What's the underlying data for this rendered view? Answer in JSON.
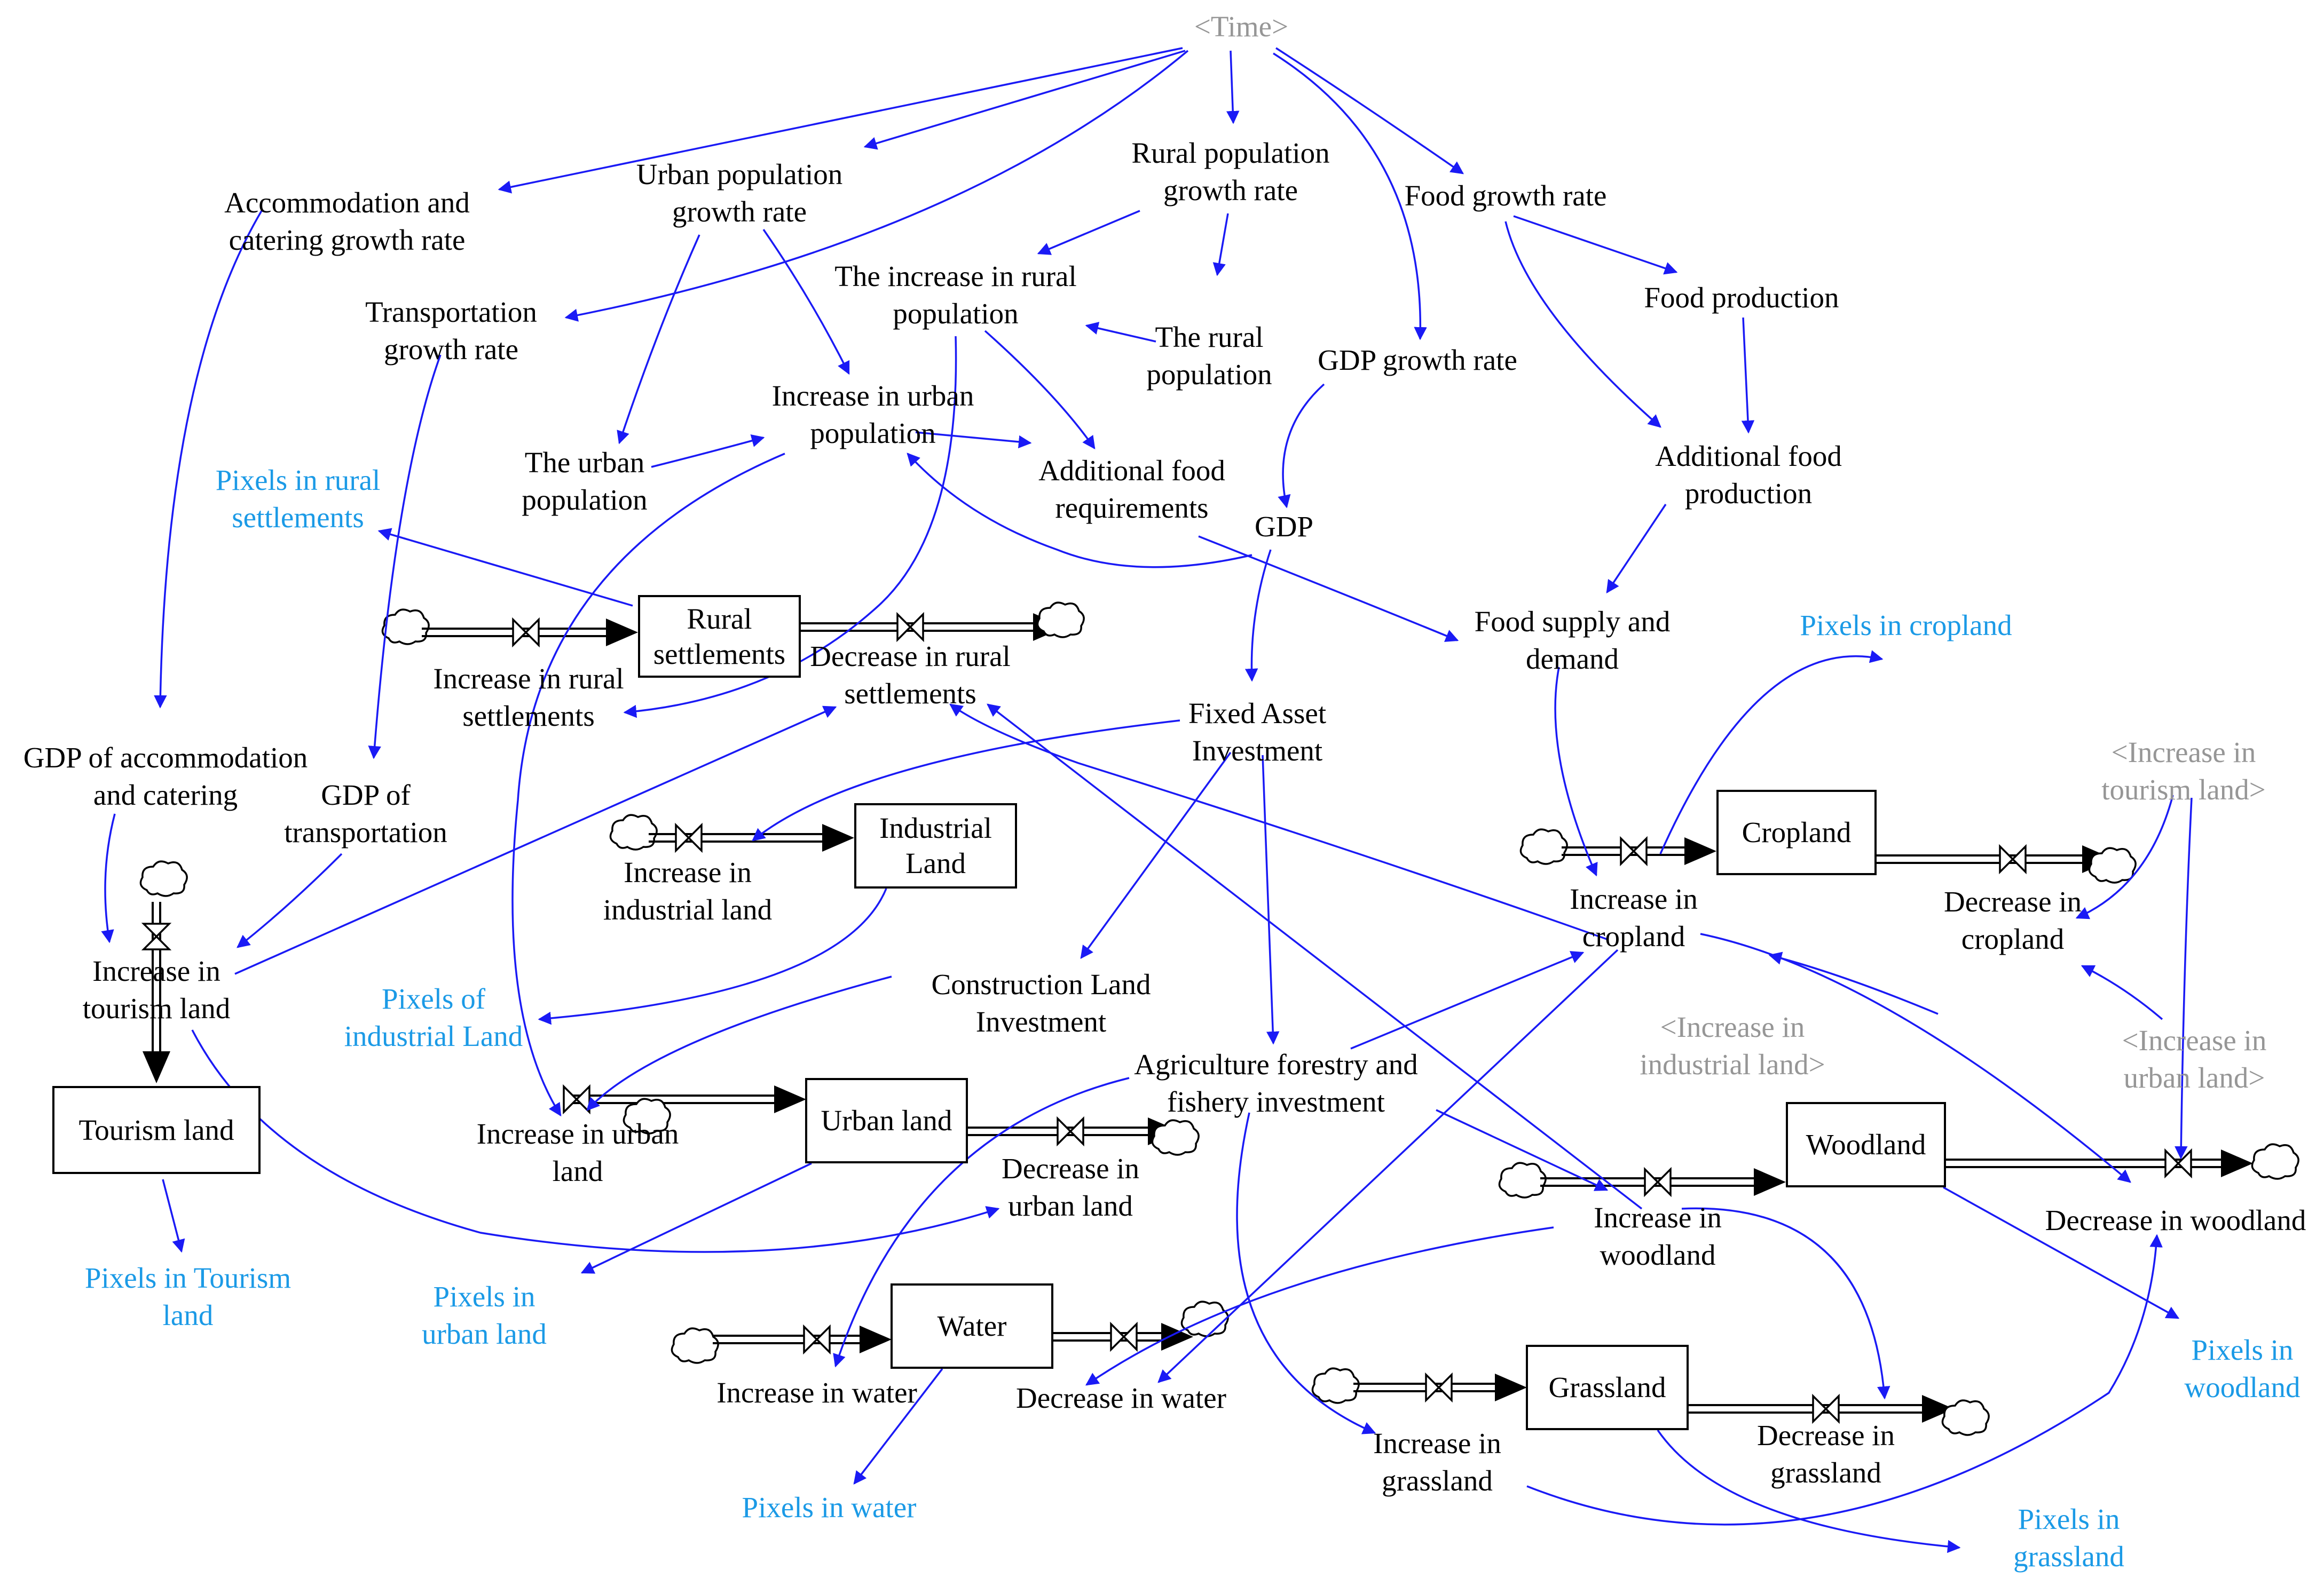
{
  "colors": {
    "link": "#1a1af5",
    "flow": "#000000",
    "pixel_label": "#1b9ae6",
    "shadow_label": "#969696"
  },
  "shadow_variables": {
    "time": "<Time>",
    "increase_tourism_land": "<Increase in\ntourism land>",
    "increase_industrial_land": "<Increase in\nindustrial land>",
    "increase_urban_land": "<Increase in\nurban land>"
  },
  "stocks": {
    "rural_settlements": "Rural\nsettlements",
    "industrial_land": "Industrial\nLand",
    "urban_land": "Urban land",
    "water": "Water",
    "tourism_land": "Tourism land",
    "cropland": "Cropland",
    "woodland": "Woodland",
    "grassland": "Grassland"
  },
  "flows": {
    "increase_rural_settlements": "Increase in rural\nsettlements",
    "decrease_rural_settlements": "Decrease in rural\nsettlements",
    "increase_industrial_land": "Increase in\nindustrial land",
    "increase_urban_land": "Increase in urban\nland",
    "decrease_urban_land": "Decrease in\nurban land",
    "increase_water": "Increase in water",
    "decrease_water": "Decrease in water",
    "increase_tourism_land": "Increase in\ntourism land",
    "increase_cropland": "Increase in\ncropland",
    "decrease_cropland": "Decrease in\ncropland",
    "increase_woodland": "Increase in\nwoodland",
    "decrease_woodland": "Decrease in woodland",
    "increase_grassland": "Increase in\ngrassland",
    "decrease_grassland": "Decrease in\ngrassland"
  },
  "variables": {
    "accommodation_growth_rate": "Accommodation and\ncatering growth rate",
    "urban_population_growth_rate": "Urban population\ngrowth rate",
    "rural_population_growth_rate": "Rural population\ngrowth rate",
    "food_growth_rate": "Food growth rate",
    "increase_rural_population": "The increase in rural\npopulation",
    "rural_population": "The rural\npopulation",
    "gdp_growth_rate": "GDP growth rate",
    "food_production": "Food production",
    "transportation_growth_rate": "Transportation\ngrowth rate",
    "increase_urban_population": "Increase in urban\npopulation",
    "urban_population": "The urban\npopulation",
    "additional_food_requirements": "Additional food\nrequirements",
    "additional_food_production": "Additional food\nproduction",
    "gdp": "GDP",
    "food_supply_demand": "Food supply and\ndemand",
    "fixed_asset_investment": "Fixed Asset\nInvestment",
    "gdp_accommodation": "GDP of accommodation\nand catering",
    "gdp_transportation": "GDP of\ntransportation",
    "construction_land_investment": "Construction Land\nInvestment",
    "agriculture_investment": "Agriculture forestry and\nfishery investment"
  },
  "pixel_outputs": {
    "rural_settlements": "Pixels in rural\nsettlements",
    "cropland": "Pixels in cropland",
    "industrial_land": "Pixels of\nindustrial Land",
    "tourism_land": "Pixels in Tourism\nland",
    "urban_land": "Pixels in\nurban land",
    "water": "Pixels in water",
    "woodland": "Pixels in\nwoodland",
    "grassland": "Pixels in\ngrassland"
  }
}
